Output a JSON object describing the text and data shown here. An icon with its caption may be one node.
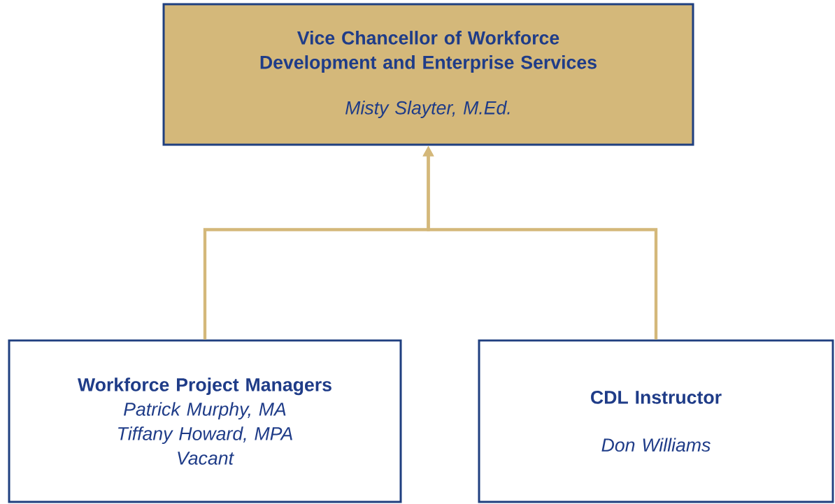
{
  "diagram": {
    "nodes": [
      {
        "text": [
          "Vice Chancellor of Workforce Development and Enterprise Services",
          "Misty Slayter, M.Ed."
        ]
      },
      {
        "text": [
          "Workforce Project Managers",
          "Patrick Murphy, MA",
          "Tiffany Howard, MPA",
          "Vacant"
        ]
      },
      {
        "text": [
          "CDL Instructor",
          "Don Williams"
        ]
      }
    ],
    "edges": [
      {
        "from": 1,
        "to": 0,
        "arrow": "to"
      },
      {
        "from": 2,
        "to": 0,
        "arrow": "to"
      }
    ]
  }
}
